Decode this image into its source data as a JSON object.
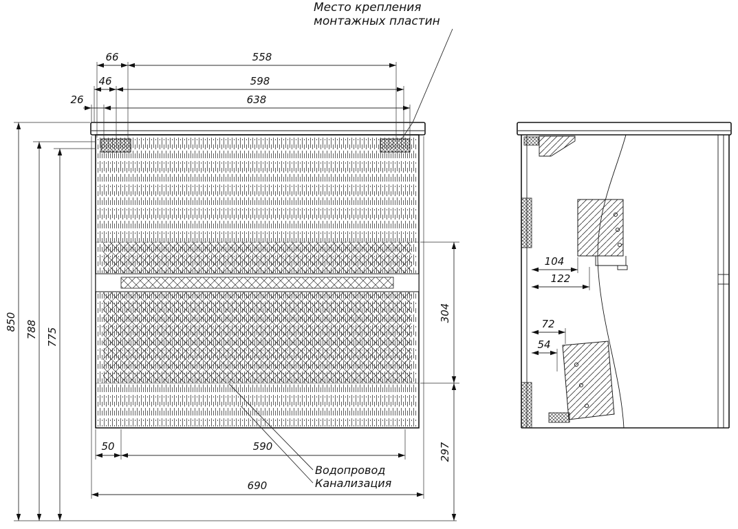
{
  "note": {
    "line1": "Место крепления",
    "line2": "монтажных пластин"
  },
  "front_view": {
    "top_dims": {
      "d66": "66",
      "d558": "558",
      "d46": "46",
      "d598": "598",
      "d26": "26",
      "d638": "638"
    },
    "left_dims": {
      "d850": "850",
      "d788": "788",
      "d775": "775"
    },
    "right_dims": {
      "d304": "304",
      "d297": "297"
    },
    "bottom_dims": {
      "d50": "50",
      "d590": "590",
      "d690": "690"
    },
    "leaders": {
      "water": "Водопровод",
      "sewer": "Канализация"
    }
  },
  "side_view": {
    "dims": {
      "d104": "104",
      "d122": "122",
      "d72": "72",
      "d54": "54"
    }
  }
}
